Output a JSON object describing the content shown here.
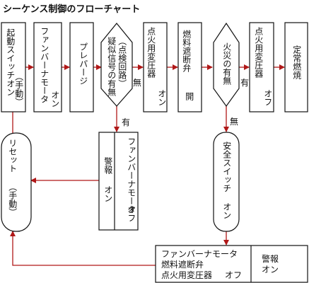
{
  "title": "シーケンス制御のフローチャート",
  "nodes": {
    "start": {
      "col1": "起動スイッチオン",
      "col2": "（手動）"
    },
    "fan": {
      "col1": "ファンバーナモータ",
      "col2": "オン"
    },
    "prepurge": {
      "col1": "プレパージ"
    },
    "check": {
      "col1": "（点検回路）",
      "col2": "疑似信号の有無"
    },
    "transformer_on": {
      "col1": "点火用変圧器",
      "col2": "オン"
    },
    "valve_open": {
      "col1": "燃料遮断弁",
      "col2": "開"
    },
    "flame": {
      "col1": "火災の有無"
    },
    "transformer_off": {
      "col1": "点火用変圧器",
      "col2": "オフ"
    },
    "steady": {
      "col1": "定常燃焼"
    },
    "alarm1": {
      "col1": "警報",
      "col2": "オン",
      "col3": "ファンバーナモータ",
      "col4": "オフ"
    },
    "reset": {
      "col1": "リセット",
      "col2": "（手動）"
    },
    "safety": {
      "col1": "安全スイッチ",
      "col2": "オン"
    },
    "final": {
      "line1": "ファンバーナモータ",
      "line2": "燃料遮断弁",
      "line3": "点火用変圧器",
      "line3b": "オフ",
      "alarm1": "警報",
      "alarm2": "オン"
    }
  },
  "labels": {
    "check_no": "無",
    "check_yes": "有",
    "flame_yes": "有",
    "flame_no": "無"
  }
}
